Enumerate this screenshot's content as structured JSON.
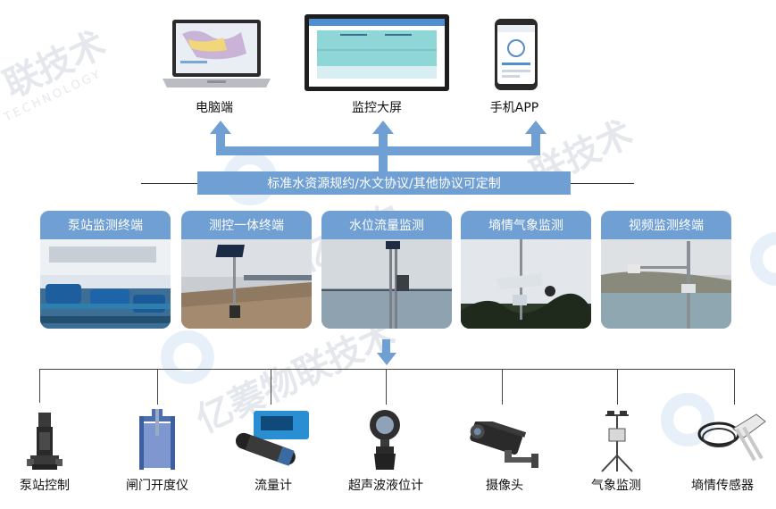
{
  "watermark": {
    "text": "亿蓁物联技术",
    "sub_text": "YIXINHONG TECHNOLOGY"
  },
  "top_devices": [
    {
      "label": "电脑端",
      "icon": "laptop-icon"
    },
    {
      "label": "监控大屏",
      "icon": "monitor-screen-icon"
    },
    {
      "label": "手机APP",
      "icon": "smartphone-icon"
    }
  ],
  "banner": {
    "text": "标准水资源规约/水文协议/其他协议可定制"
  },
  "terminals": [
    {
      "label": "泵站监测终端"
    },
    {
      "label": "测控一体终端"
    },
    {
      "label": "水位流量监测"
    },
    {
      "label": "墒情气象监测"
    },
    {
      "label": "视频监测终端"
    }
  ],
  "field_devices": [
    {
      "label": "泵站控制",
      "icon": "pump-icon"
    },
    {
      "label": "闸门开度仪",
      "icon": "gate-icon"
    },
    {
      "label": "流量计",
      "icon": "flowmeter-icon"
    },
    {
      "label": "超声波液位计",
      "icon": "ultrasonic-level-icon"
    },
    {
      "label": "摄像头",
      "icon": "camera-icon"
    },
    {
      "label": "气象监测",
      "icon": "weather-station-icon"
    },
    {
      "label": "墒情传感器",
      "icon": "soil-sensor-icon"
    }
  ],
  "colors": {
    "accent": "#6f9fd3",
    "line": "#555555"
  }
}
